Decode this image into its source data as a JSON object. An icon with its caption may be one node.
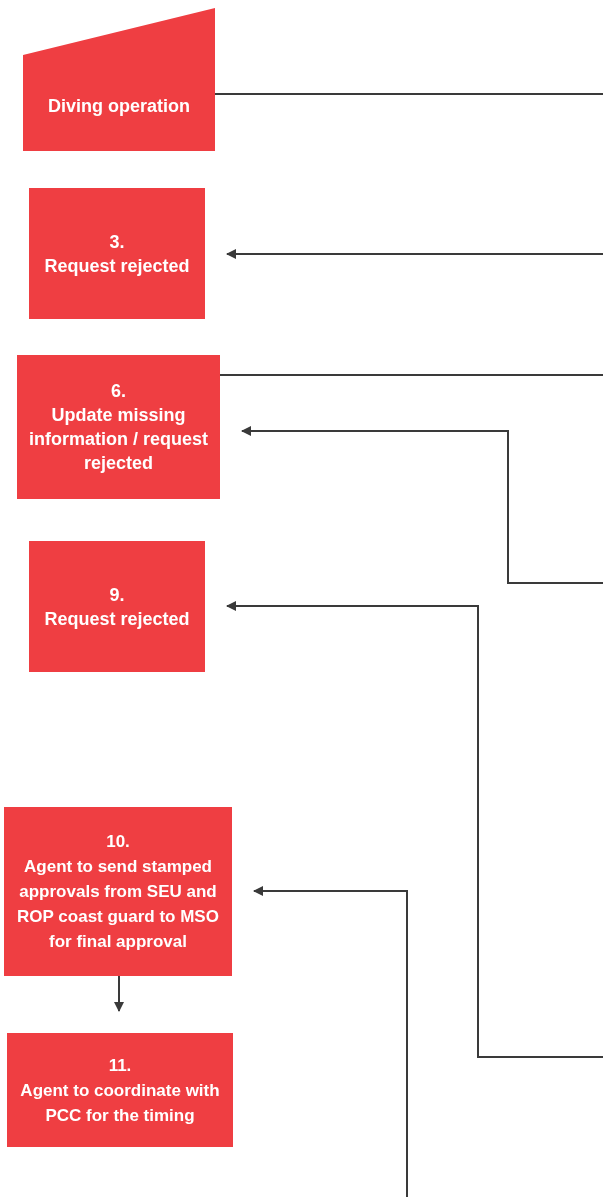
{
  "diagram": {
    "nodes": [
      {
        "text": [
          "Diving operation"
        ]
      },
      {
        "text": [
          "3.",
          "Request rejected"
        ]
      },
      {
        "text": [
          "6.",
          "Update missing information / request rejected"
        ]
      },
      {
        "text": [
          "9.",
          "Request rejected"
        ]
      },
      {
        "text": [
          "10.",
          "Agent to send stamped approvals from SEU and ROP coast guard to MSO for final approval"
        ]
      },
      {
        "text": [
          "11.",
          "Agent to coordinate with PCC for the timing"
        ]
      }
    ],
    "edges": [
      {
        "from": 0,
        "to": null,
        "arrow": "none"
      },
      {
        "from": null,
        "to": 1,
        "arrow": "to"
      },
      {
        "from": 2,
        "to": null,
        "arrow": "none"
      },
      {
        "from": null,
        "to": 2,
        "arrow": "to"
      },
      {
        "from": null,
        "to": 3,
        "arrow": "to"
      },
      {
        "from": null,
        "to": 4,
        "arrow": "to"
      },
      {
        "from": 4,
        "to": 5,
        "arrow": "to"
      }
    ]
  }
}
